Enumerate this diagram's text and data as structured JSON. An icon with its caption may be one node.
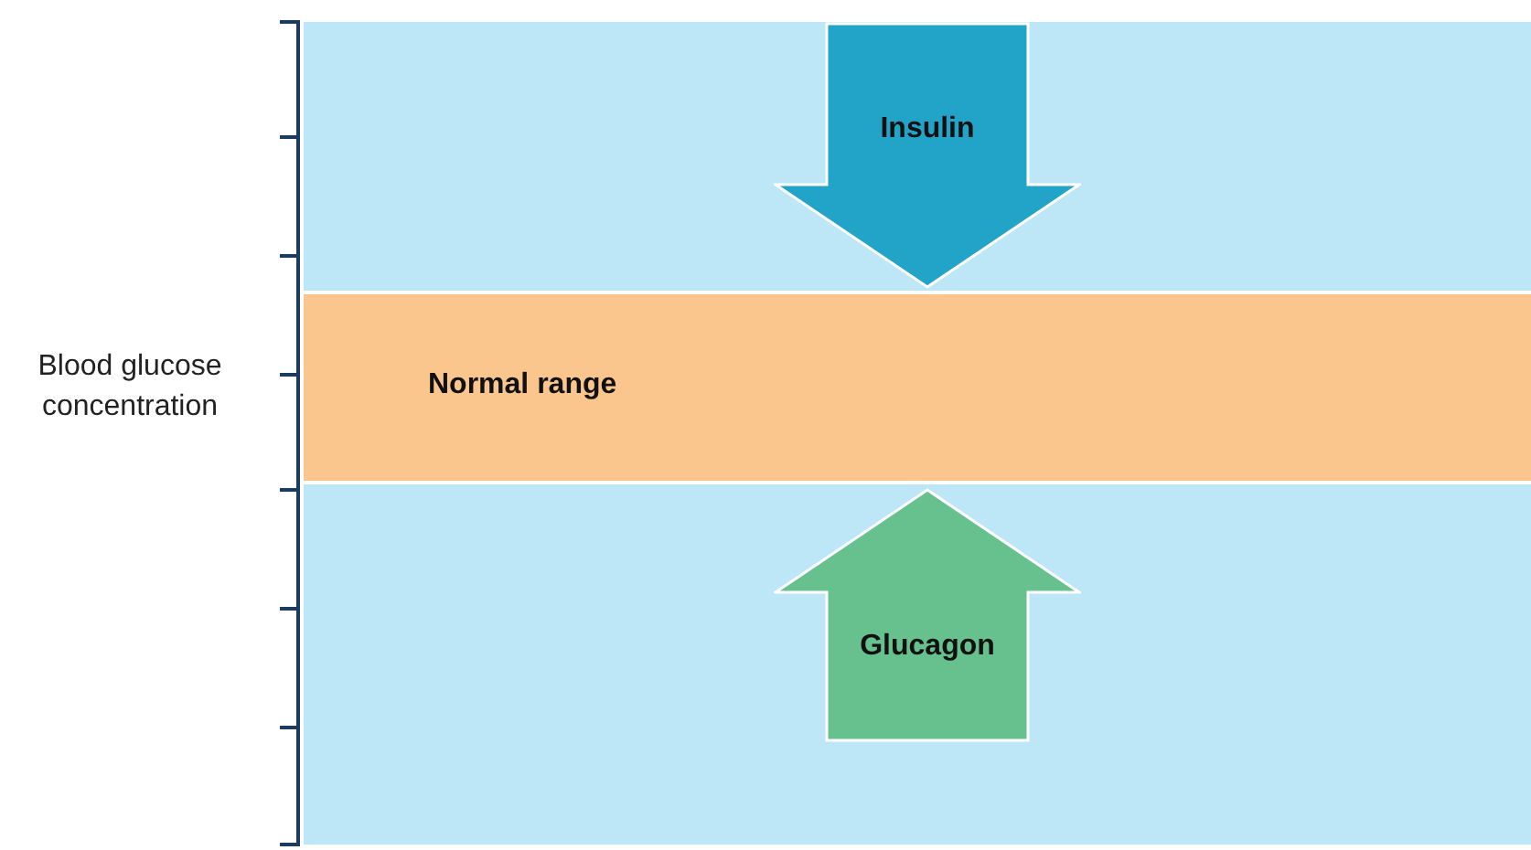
{
  "diagram": {
    "nodes": [
      {
        "text": [
          "Insulin"
        ]
      },
      {
        "text": [
          "Normal range"
        ]
      },
      {
        "text": [
          "Glucagon"
        ]
      }
    ],
    "labels": [
      "Blood glucose concentration"
    ]
  }
}
